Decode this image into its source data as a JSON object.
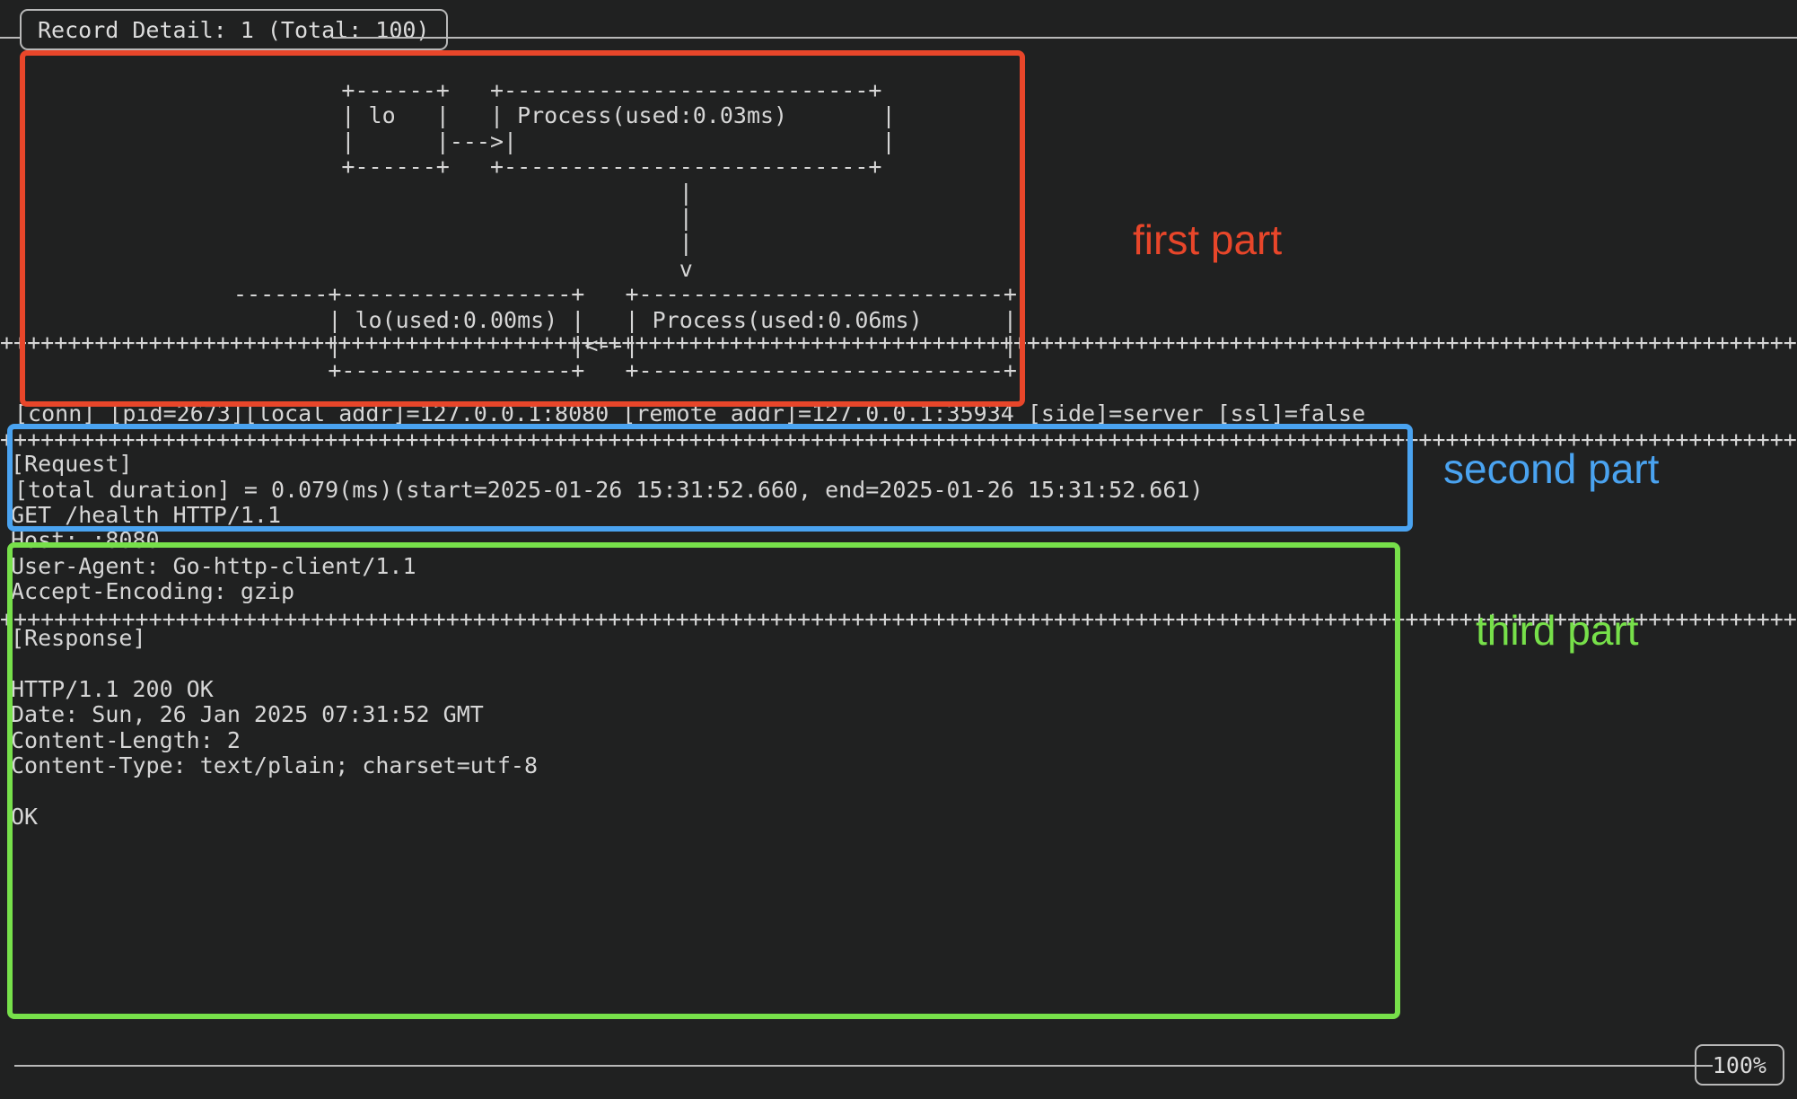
{
  "window": {
    "title": "Record Detail: 1 (Total: 100)",
    "record_index": "1",
    "record_total": "100",
    "background_color": "#202121",
    "text_color": "#d6d6d6"
  },
  "diagram": {
    "label": "connection flow diagram",
    "ascii": "        +------+   +---------------------------+\n        | lo   |   | Process(used:0.03ms)       |\n        |      |--->|                           |\n        +------+   +---------------------------+\n                                 |\n                                 |\n                                 |\n                                 v\n-------+-----------------+   +---------------------------+\n       | lo(used:0.00ms) |   | Process(used:0.06ms)      |\n       |                 |<--|                           |\n       +-----------------+   +---------------------------+",
    "nodes": [
      {
        "name": "lo",
        "used": ""
      },
      {
        "name": "Process",
        "used": "0.03ms"
      },
      {
        "name": "lo",
        "used": "0.00ms"
      },
      {
        "name": "Process",
        "used": "0.06ms"
      }
    ]
  },
  "separator": {
    "char": "+",
    "line": "++++++++++++++++++++++++++++++++++++++++++++++++++++++++++++++++++++++++++++++++++++++++++++++++++++++++++++++++++++++++++++++++++++++++++++++++++++++++++++++++++++++++++++++++++++++++++++++++++++++++++++++++++++++++++++++++++++++++++++++++++++++++++++++++++++++"
  },
  "connection": {
    "line1": "[conn] [pid=2673][local addr]=127.0.0.1:8080 [remote addr]=127.0.0.1:35934 [side]=server [ssl]=false",
    "line2": "[total duration] = 0.079(ms)(start=2025-01-26 15:31:52.660, end=2025-01-26 15:31:52.661)",
    "pid": "2673",
    "local_addr": "127.0.0.1:8080",
    "remote_addr": "127.0.0.1:35934",
    "side": "server",
    "ssl": "false",
    "total_duration": "0.079(ms)",
    "start": "2025-01-26 15:31:52.660",
    "end": "2025-01-26 15:31:52.661"
  },
  "request": {
    "header": "[Request]",
    "body": "[Request]\n\nGET /health HTTP/1.1\nHost: :8080\nUser-Agent: Go-http-client/1.1\nAccept-Encoding: gzip\n",
    "method": "GET",
    "path": "/health",
    "protocol": "HTTP/1.1",
    "headers": [
      "Host: :8080",
      "User-Agent: Go-http-client/1.1",
      "Accept-Encoding: gzip"
    ]
  },
  "response": {
    "header": "[Response]",
    "body": "[Response]\n\nHTTP/1.1 200 OK\nDate: Sun, 26 Jan 2025 07:31:52 GMT\nContent-Length: 2\nContent-Type: text/plain; charset=utf-8\n\nOK",
    "status_line": "HTTP/1.1 200 OK",
    "status_code": "200",
    "headers": [
      "Date: Sun, 26 Jan 2025 07:31:52 GMT",
      "Content-Length: 2",
      "Content-Type: text/plain; charset=utf-8"
    ],
    "payload": "OK"
  },
  "annotations": [
    {
      "label": "first part",
      "color": "#e8462a"
    },
    {
      "label": "second part",
      "color": "#4aa3f0"
    },
    {
      "label": "third part",
      "color": "#77e04a"
    }
  ],
  "statusbar": {
    "zoom": "100%"
  }
}
